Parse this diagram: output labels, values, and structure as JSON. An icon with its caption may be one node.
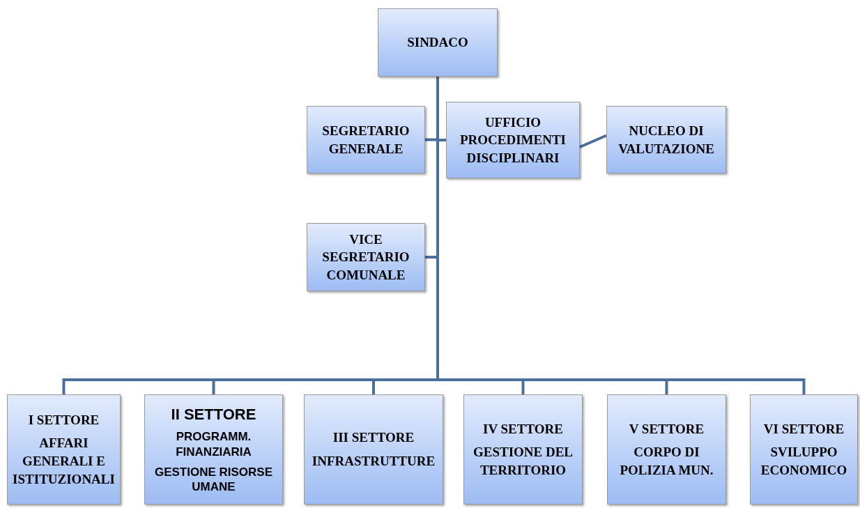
{
  "diagram": {
    "nodes": [
      {
        "text": [
          "SINDACO"
        ]
      },
      {
        "text": [
          "SEGRETARIO GENERALE"
        ]
      },
      {
        "text": [
          "UFFICIO PROCEDIMENTI DISCIPLINARI"
        ]
      },
      {
        "text": [
          "NUCLEO DI VALUTAZIONE"
        ]
      },
      {
        "text": [
          "VICE SEGRETARIO COMUNALE"
        ]
      },
      {
        "text": [
          "I SETTORE",
          "AFFARI GENERALI E ISTITUZIONALI"
        ]
      },
      {
        "text": [
          "II SETTORE",
          "PROGRAMM. FINANZIARIA",
          "GESTIONE RISORSE UMANE"
        ]
      },
      {
        "text": [
          "III SETTORE",
          "INFRASTRUTTURE"
        ]
      },
      {
        "text": [
          "IV SETTORE",
          "GESTIONE DEL TERRITORIO"
        ]
      },
      {
        "text": [
          "V SETTORE",
          "CORPO DI POLIZIA MUN."
        ]
      },
      {
        "text": [
          "VI SETTORE",
          "SVILUPPO ECONOMICO"
        ]
      }
    ],
    "edges": [
      {
        "from": 0,
        "to": 1,
        "arrow": "none"
      },
      {
        "from": 0,
        "to": 2,
        "arrow": "none"
      },
      {
        "from": 2,
        "to": 3,
        "arrow": "none"
      },
      {
        "from": 0,
        "to": 4,
        "arrow": "none"
      },
      {
        "from": 0,
        "to": 5,
        "arrow": "none"
      },
      {
        "from": 0,
        "to": 6,
        "arrow": "none"
      },
      {
        "from": 0,
        "to": 7,
        "arrow": "none"
      },
      {
        "from": 0,
        "to": 8,
        "arrow": "none"
      },
      {
        "from": 0,
        "to": 9,
        "arrow": "none"
      },
      {
        "from": 0,
        "to": 10,
        "arrow": "none"
      }
    ]
  }
}
